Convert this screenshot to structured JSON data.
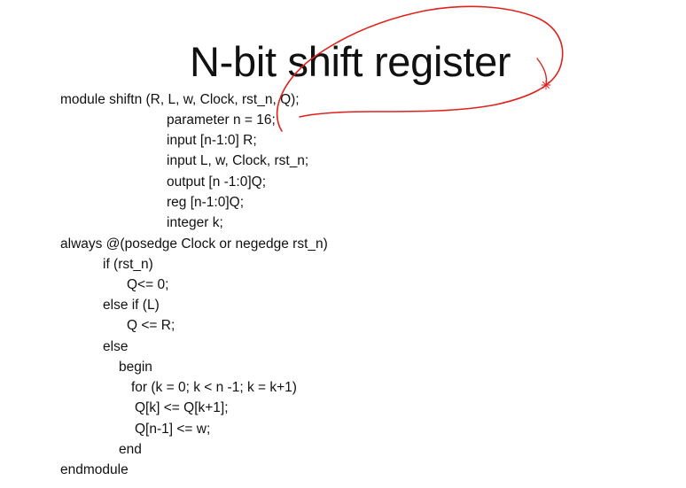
{
  "slide": {
    "title": "N-bit shift register",
    "annotation_color": "#e0201c",
    "code_lines": [
      "module shiftn (R, L, w, Clock, rst_n, Q);",
      "parameter n = 16;",
      "input [n-1:0] R;",
      "input L, w, Clock, rst_n;",
      "output [n -1:0]Q;",
      "reg [n-1:0]Q;",
      "integer k;",
      "always @(posedge Clock or negedge rst_n)",
      "if (rst_n)",
      "Q<= 0;",
      "else if (L)",
      "Q <= R;",
      "else",
      "begin",
      "for (k = 0; k < n -1; k = k+1)",
      "Q[k] <= Q[k+1];",
      "Q[n-1] <= w;",
      "end",
      "endmodule"
    ]
  }
}
